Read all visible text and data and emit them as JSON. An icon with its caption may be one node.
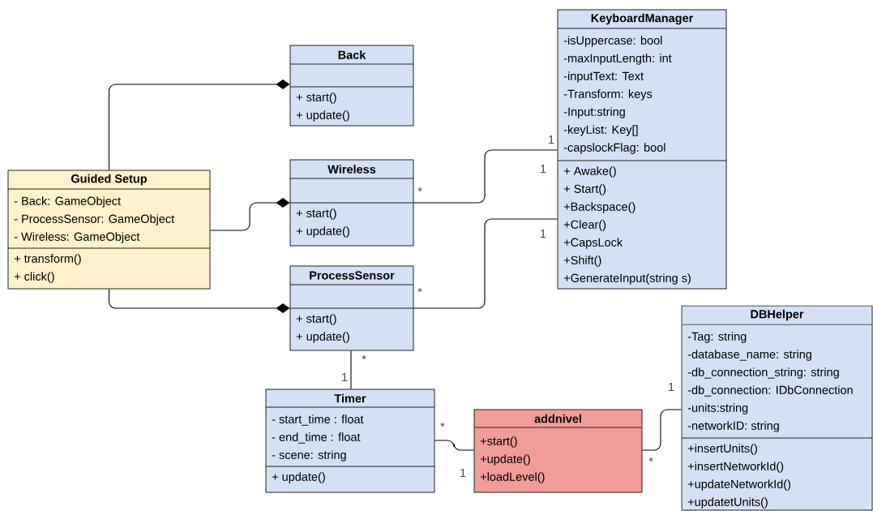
{
  "diagram": {
    "nodes": [
      {
        "text": [
          "Back",
          "+ start()",
          "+ update()"
        ]
      },
      {
        "text": [
          "Guided Setup",
          "- Back: GameObject",
          "- ProcessSensor: GameObject",
          "- Wireless: GameObject",
          "+ transform()",
          "+ click()"
        ]
      },
      {
        "text": [
          "Wireless",
          "+ start()",
          "+ update()"
        ]
      },
      {
        "text": [
          "KeyboardManager",
          "-isUppercase: bool",
          "-maxInputLength: int",
          "-inputText: Text",
          "-Transform: keys",
          "-Input:string",
          "-keyList: Key[]",
          "-capslockFlag: bool",
          "+ Awake()",
          "+ Start()",
          "+Backspace()",
          "+Clear()",
          "+CapsLock",
          "+Shift()",
          "+GenerateInput(string s)"
        ]
      },
      {
        "text": [
          "ProcessSensor",
          "+ start()",
          "+ update()"
        ]
      },
      {
        "text": [
          "Timer",
          "- start_time : float",
          "- end_time : float",
          "- scene: string",
          "+ update()"
        ]
      },
      {
        "text": [
          "addnivel",
          "+start()",
          "+update()",
          "+loadLevel()"
        ]
      },
      {
        "text": [
          "DBHelper",
          "-Tag: string",
          "-database_name: string",
          "-db_connection_string: string",
          "-db_connection: IDbConnection",
          "-units:string",
          "-networkID: string",
          "+insertUnits()",
          "+insertNetworkId()",
          "+updateNetworkId()",
          "+updatetUnits()"
        ]
      }
    ],
    "edges": [
      {
        "from": 1,
        "to": 0,
        "arrow": "other"
      },
      {
        "from": 1,
        "to": 2,
        "arrow": "other"
      },
      {
        "from": 1,
        "to": 4,
        "arrow": "other"
      },
      {
        "from": 2,
        "to": 3,
        "arrow": "none"
      },
      {
        "from": 4,
        "to": 3,
        "arrow": "none"
      },
      {
        "from": 4,
        "to": 5,
        "arrow": "none"
      },
      {
        "from": 5,
        "to": 6,
        "arrow": "none"
      },
      {
        "from": 6,
        "to": 7,
        "arrow": "none"
      }
    ],
    "labels": [
      "1",
      "1",
      "*",
      "1",
      "*",
      "*",
      "1",
      "1",
      "*",
      "*",
      "1"
    ]
  }
}
